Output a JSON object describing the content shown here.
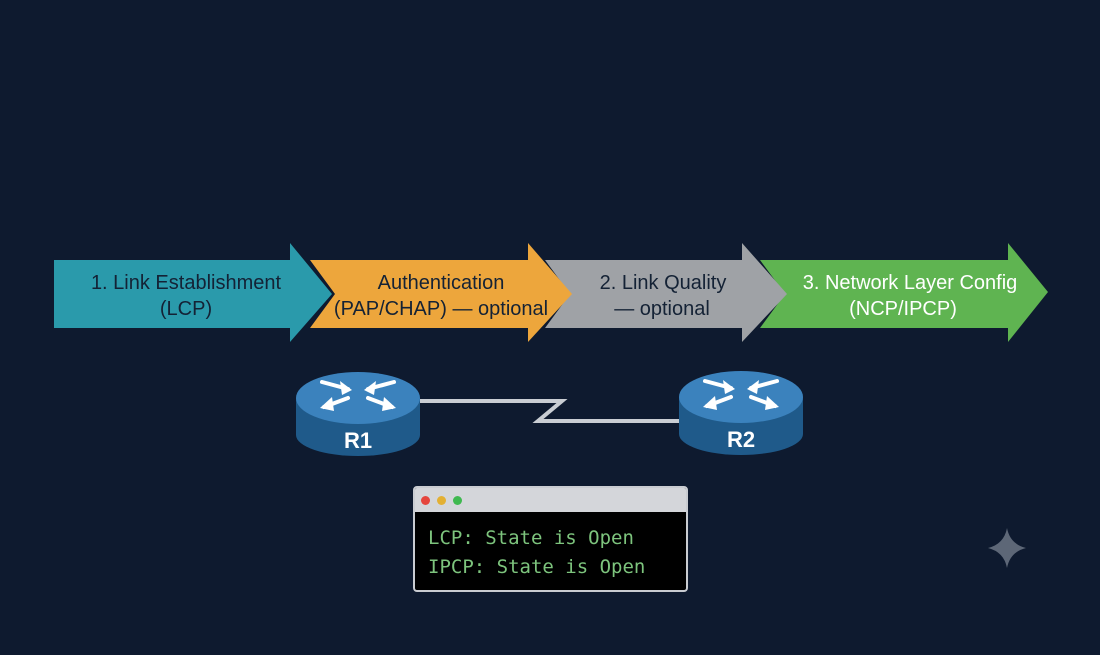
{
  "phases": [
    {
      "line1": "1. Link Establishment",
      "line2": "(LCP)",
      "color": "#2a9aab"
    },
    {
      "line1": "Authentication",
      "line2": "(PAP/CHAP) — optional",
      "color": "#eda63c"
    },
    {
      "line1": "2. Link Quality",
      "line2": "— optional",
      "color": "#9fa2a6"
    },
    {
      "line1": "3. Network Layer Config",
      "line2": "(NCP/IPCP)",
      "color": "#5fb451"
    }
  ],
  "routers": [
    {
      "label": "R1",
      "icon": "router-icon"
    },
    {
      "label": "R2",
      "icon": "router-icon"
    }
  ],
  "link": {
    "type": "serial-link",
    "color": "#c9cdd3"
  },
  "terminal": {
    "lines": [
      "LCP: State is Open",
      "IPCP: State is Open"
    ],
    "text_color": "#7dc47d"
  },
  "decoration": {
    "icon": "sparkle-icon"
  }
}
